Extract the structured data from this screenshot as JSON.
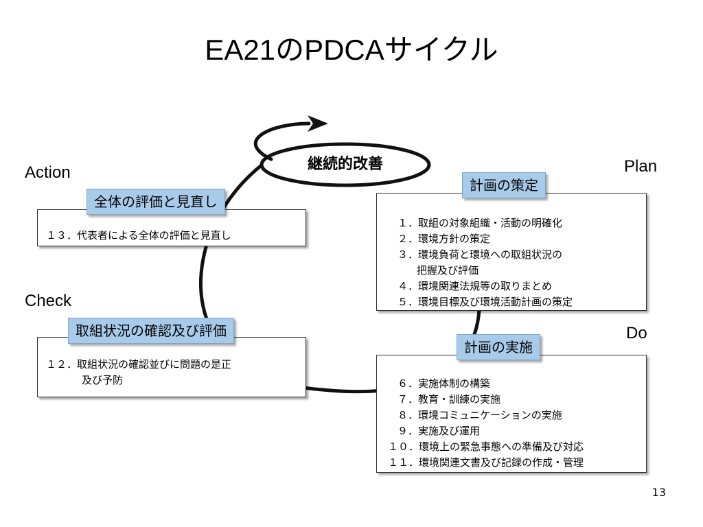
{
  "slide": {
    "title": "EA21のPDCAサイクル",
    "page_number": "13"
  },
  "cycle": {
    "center_label": "継続的改善"
  },
  "phases": {
    "plan": {
      "label": "Plan",
      "heading": "計画の策定",
      "items": [
        {
          "num": "１．",
          "text": "取組の対象組織・活動の明確化"
        },
        {
          "num": "２．",
          "text": "環境方針の策定"
        },
        {
          "num": "３．",
          "text": "環境負荷と環境への取組状況の"
        },
        {
          "num": "",
          "text": "把握及び評価"
        },
        {
          "num": "４．",
          "text": "環境関連法規等の取りまとめ"
        },
        {
          "num": "５．",
          "text": "環境目標及び環境活動計画の策定"
        }
      ]
    },
    "do": {
      "label": "Do",
      "heading": "計画の実施",
      "items": [
        {
          "num": "６．",
          "text": "実施体制の構築"
        },
        {
          "num": "７．",
          "text": "教育・訓練の実施"
        },
        {
          "num": "８．",
          "text": "環境コミュニケーションの実施"
        },
        {
          "num": "９．",
          "text": "実施及び運用"
        },
        {
          "num": "１０．",
          "text": "環境上の緊急事態への準備及び対応"
        },
        {
          "num": "１１．",
          "text": "環境関連文書及び記録の作成・管理"
        }
      ]
    },
    "check": {
      "label": "Check",
      "heading": "取組状況の確認及び評価",
      "items": [
        {
          "num": "１２．",
          "text": "取組状況の確認並びに問題の是正"
        },
        {
          "num": "",
          "text": "及び予防"
        }
      ]
    },
    "action": {
      "label": "Action",
      "heading": "全体の評価と見直し",
      "items": [
        {
          "num": "１３．",
          "text": "代表者による全体の評価と見直し"
        }
      ]
    }
  }
}
